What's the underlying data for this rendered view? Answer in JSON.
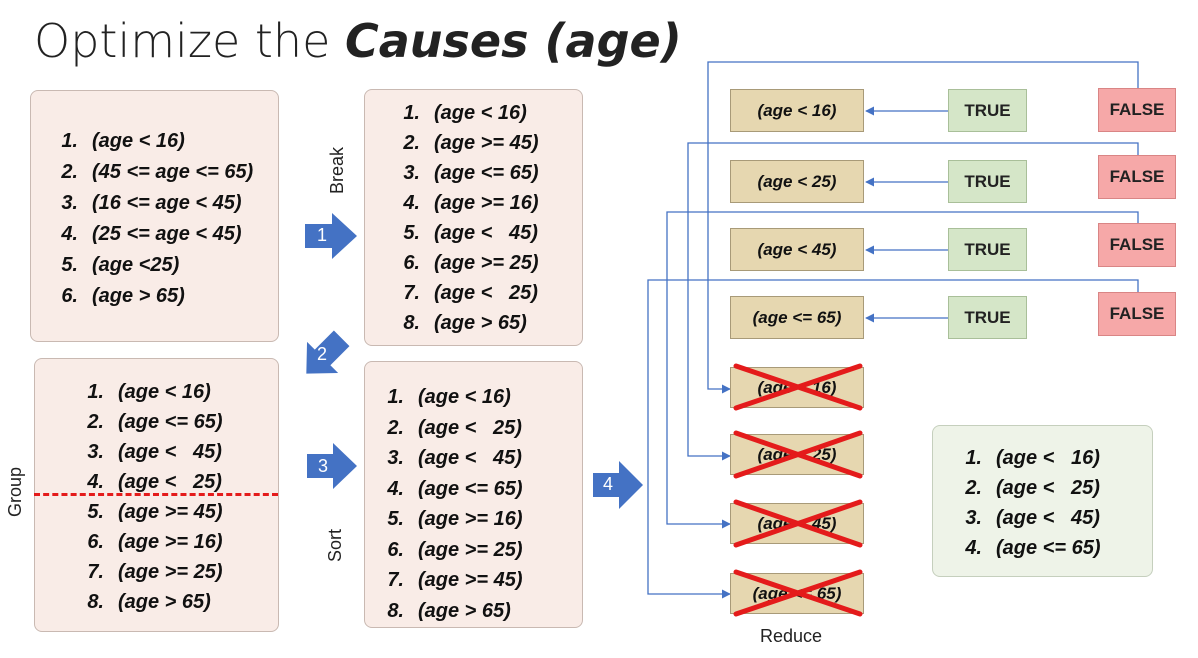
{
  "title": {
    "plain": "Optimize the ",
    "emph": "Causes (age)"
  },
  "original_list": [
    "(age < 16)",
    "(45 <= age <= 65)",
    "(16 <= age < 45)",
    "(25 <= age < 45)",
    "(age <25)",
    "(age > 65)"
  ],
  "break_list": [
    "(age < 16)",
    "(age >= 45)",
    "(age <= 65)",
    "(age >= 16)",
    "(age <   45)",
    "(age >= 25)",
    "(age <   25)",
    "(age > 65)"
  ],
  "group_list": [
    "(age < 16)",
    "(age <= 65)",
    "(age <   45)",
    "(age <   25)",
    "(age >= 45)",
    "(age >= 16)",
    "(age >= 25)",
    "(age > 65)"
  ],
  "sort_list": [
    "(age < 16)",
    "(age <   25)",
    "(age <   45)",
    "(age <= 65)",
    "(age >= 16)",
    "(age >= 25)",
    "(age >= 45)",
    "(age > 65)"
  ],
  "result_list": [
    "(age <   16)",
    "(age <   25)",
    "(age <   45)",
    "(age <= 65)"
  ],
  "steps": {
    "s1": "1",
    "s2": "2",
    "s3": "3",
    "s4": "4"
  },
  "labels": {
    "break": "Break",
    "group": "Group",
    "sort": "Sort",
    "reduce": "Reduce"
  },
  "conditions": [
    "(age < 16)",
    "(age < 25)",
    "(age < 45)",
    "(age <= 65)"
  ],
  "true_label": "TRUE",
  "false_label": "FALSE",
  "crossed": [
    "(age < 16)",
    "(age < 25)",
    "(age < 45)",
    "(age <= 65)"
  ],
  "colors": {
    "arrow": "#4472c4",
    "wire": "#4472c4",
    "cross": "#e41b1b",
    "true_fill": "#d5e6c8",
    "false_fill": "#f6a8a8",
    "cond_fill": "#e6d7b0"
  }
}
